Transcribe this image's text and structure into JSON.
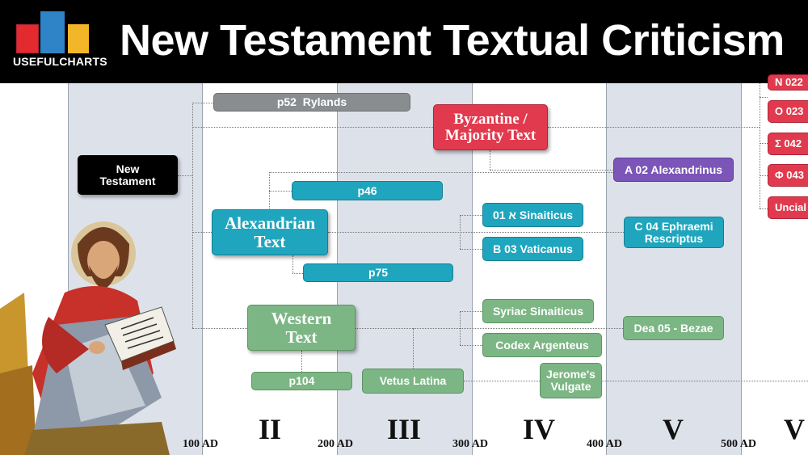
{
  "header": {
    "logo_text": "USEFULCHARTS",
    "title": "New Testament Textual Criticism"
  },
  "timeline": {
    "centuries": [
      "II",
      "III",
      "IV",
      "V",
      "V"
    ],
    "years": [
      "100 AD",
      "200 AD",
      "300 AD",
      "400 AD",
      "500 AD"
    ]
  },
  "nodes": {
    "new_testament": "New\nTestament",
    "p52": "p52  Rylands",
    "byzantine": "Byzantine /\nMajority Text",
    "alexandrinus": "A 02 Alexandrinus",
    "p46": "p46",
    "alexandrian": "Alexandrian\nText",
    "sinaiticus": "א 01 Sinaiticus",
    "vaticanus": "B 03 Vaticanus",
    "ephraemi": "C 04 Ephraemi\nRescriptus",
    "p75": "p75",
    "western": "Western\nText",
    "syriac": "Syriac Sinaiticus",
    "argenteus": "Codex Argenteus",
    "bezae": "Dea 05 - Bezae",
    "p104": "p104",
    "vetus": "Vetus Latina",
    "vulgate": "Jerome's\nVulgate",
    "right_n": "N 022",
    "right_o": "O 023",
    "right_sigma": "Σ 042",
    "right_phi": "Φ 043",
    "right_uncial": "Uncial"
  },
  "colors": {
    "byzantine": "#e13a4e",
    "alexandrian": "#1fa6be",
    "western": "#7cb684",
    "papyrus": "#8a8d90",
    "alexandrinus": "#7b55b8"
  },
  "illustration": "evangelist-scribe-icon"
}
